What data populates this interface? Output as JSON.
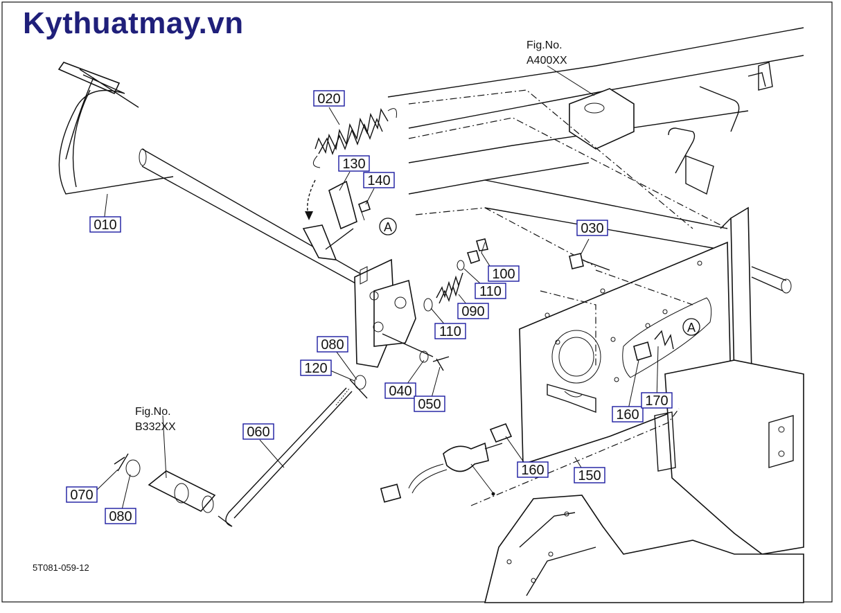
{
  "watermark": "Kythuatmay.vn",
  "figure_refs": [
    {
      "id": "a400",
      "line1": "Fig.No.",
      "line2": "A400XX"
    },
    {
      "id": "b332",
      "line1": "Fig.No.",
      "line2": "B332XX"
    }
  ],
  "callouts": {
    "c010": "010",
    "c020": "020",
    "c030": "030",
    "c040": "040",
    "c050": "050",
    "c060": "060",
    "c070": "070",
    "c080a": "080",
    "c080b": "080",
    "c090": "090",
    "c100": "100",
    "c110a": "110",
    "c110b": "110",
    "c120": "120",
    "c130": "130",
    "c140": "140",
    "c150": "150",
    "c160a": "160",
    "c160b": "160",
    "c170": "170"
  },
  "view_markers": {
    "a1": "A",
    "a2": "A"
  },
  "drawing_code": "5T081-059-12"
}
